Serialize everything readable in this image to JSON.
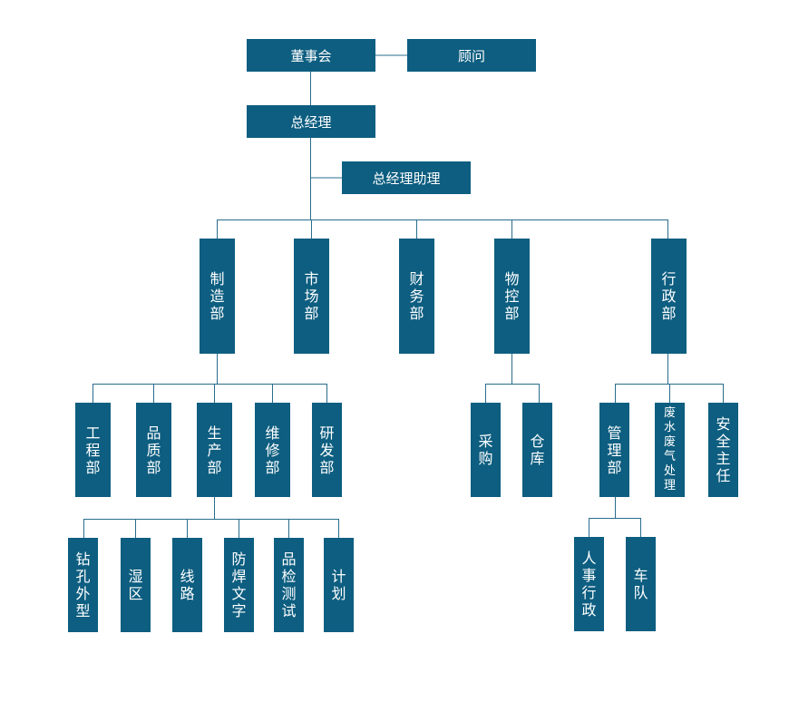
{
  "nodes": {
    "board": "董事会",
    "advisor": "顾问",
    "gm": "总经理",
    "gm_assistant": "总经理助理",
    "manufacturing": "制造部",
    "marketing": "市场部",
    "finance": "财务部",
    "material_control": "物控部",
    "administration": "行政部",
    "engineering": "工程部",
    "quality": "品质部",
    "production": "生产部",
    "maintenance": "维修部",
    "rnd": "研发部",
    "purchasing": "采购",
    "warehouse": "仓库",
    "management": "管理部",
    "waste_treatment": "废水废气处理",
    "safety_officer": "安全主任",
    "drilling_profile": "钻孔外型",
    "wet_area": "湿区",
    "circuit": "线路",
    "solder_mask_text": "防焊文字",
    "qc_test": "品检测试",
    "planning": "计划",
    "hr_admin": "人事行政",
    "fleet": "车队"
  },
  "colors": {
    "box": "#0d5e80",
    "line": "#2a6d8c"
  }
}
